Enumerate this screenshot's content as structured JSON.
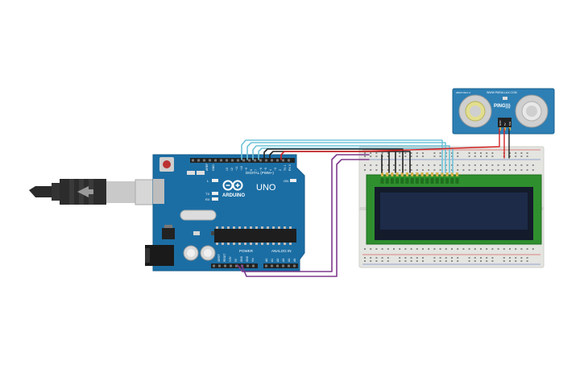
{
  "arduino": {
    "brand": "ARDUINO",
    "model": "UNO",
    "digital_header": "DIGITAL (PWM~)",
    "power_header": "POWER",
    "analog_header": "ANALOG IN",
    "tx_label": "TX",
    "rx_label": "RX",
    "l_label": "L",
    "on_label": "ON",
    "aref_label": "AREF",
    "gnd_label": "GND",
    "digital_pins": [
      "13",
      "12",
      "~11",
      "~10",
      "~9",
      "8",
      "7",
      "~6",
      "~5",
      "4",
      "~3",
      "2",
      "TX 1",
      "RX 0"
    ],
    "power_pins": [
      "IOREF",
      "RESET",
      "3.3V",
      "5V",
      "GND",
      "GND",
      "Vin"
    ],
    "analog_pins": [
      "A0",
      "A1",
      "A2",
      "A3",
      "A4",
      "A5"
    ]
  },
  "sensor": {
    "brand": "WWW.PARALLAX.COM",
    "model": "PING)))",
    "rev": "28015 REV C",
    "pins": [
      "GND",
      "5V",
      "SIG"
    ]
  },
  "colors": {
    "arduino_blue": "#1b6ea4",
    "sensor_blue": "#2d7fb4",
    "breadboard": "#e4e4e0",
    "lcd_green": "#2f8f2e",
    "lcd_screen": "#1d2b49",
    "wire_cyan": "#6fc3d8",
    "wire_black": "#222222",
    "wire_red": "#d62222",
    "wire_purple": "#7e3a8c"
  }
}
